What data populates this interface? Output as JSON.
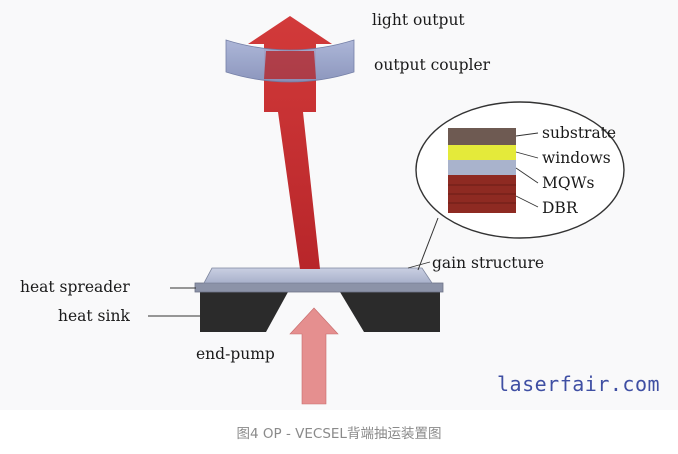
{
  "labels": {
    "light_output": "light output",
    "output_coupler": "output coupler",
    "gain_structure": "gain structure",
    "heat_spreader": "heat spreader",
    "heat_sink": "heat sink",
    "end_pump": "end-pump"
  },
  "layers": [
    {
      "name": "substrate",
      "color": "#6e5a52"
    },
    {
      "name": "windows",
      "color": "#e4ea3a"
    },
    {
      "name": "MQWs",
      "color": "#a9b3cc"
    },
    {
      "name": "DBR",
      "color": "#8e2a22"
    }
  ],
  "watermark": "laserfair.com",
  "caption": "图4 OP - VECSEL背端抽运装置图",
  "colors": {
    "laser_beam": "#c62c2c",
    "pump_arrow": "#e58f8f",
    "heat_sink": "#2b2b2b",
    "heat_spreader": "#8c93a8",
    "gain_chip": "#b9c0d6",
    "output_coupler": "#95a0c4"
  }
}
